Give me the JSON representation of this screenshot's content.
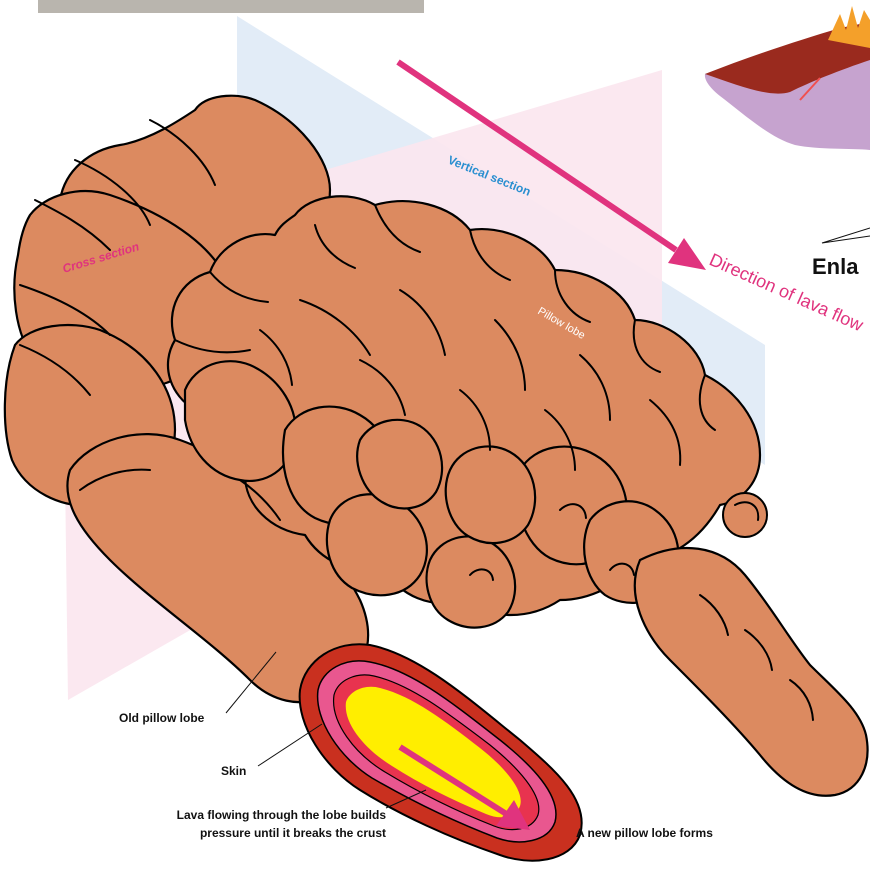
{
  "labels": {
    "cross_section": "Cross section",
    "vertical_section": "Vertical section",
    "direction": "Direction of lava flow",
    "enlarged": "Enla",
    "pillow_lobe": "Pillow lobe",
    "old_pillow_lobe": "Old pillow lobe",
    "skin": "Skin",
    "lava_line1": "Lava flowing through the lobe builds",
    "lava_line2": "pressure until it breaks the crust",
    "new_lobe": "A new pillow lobe forms"
  },
  "colors": {
    "lobe_fill": "#dc8a60",
    "cross_plane": "#fbe6ef",
    "vertical_plane": "#e2ecf7",
    "magenta": "#e0337e",
    "section_blue": "#2a8fd0",
    "volcano_purple": "#c6a3cf",
    "crust_red": "#c9301f",
    "inner_pink": "#e9578f",
    "core_yellow": "#ffee00"
  }
}
